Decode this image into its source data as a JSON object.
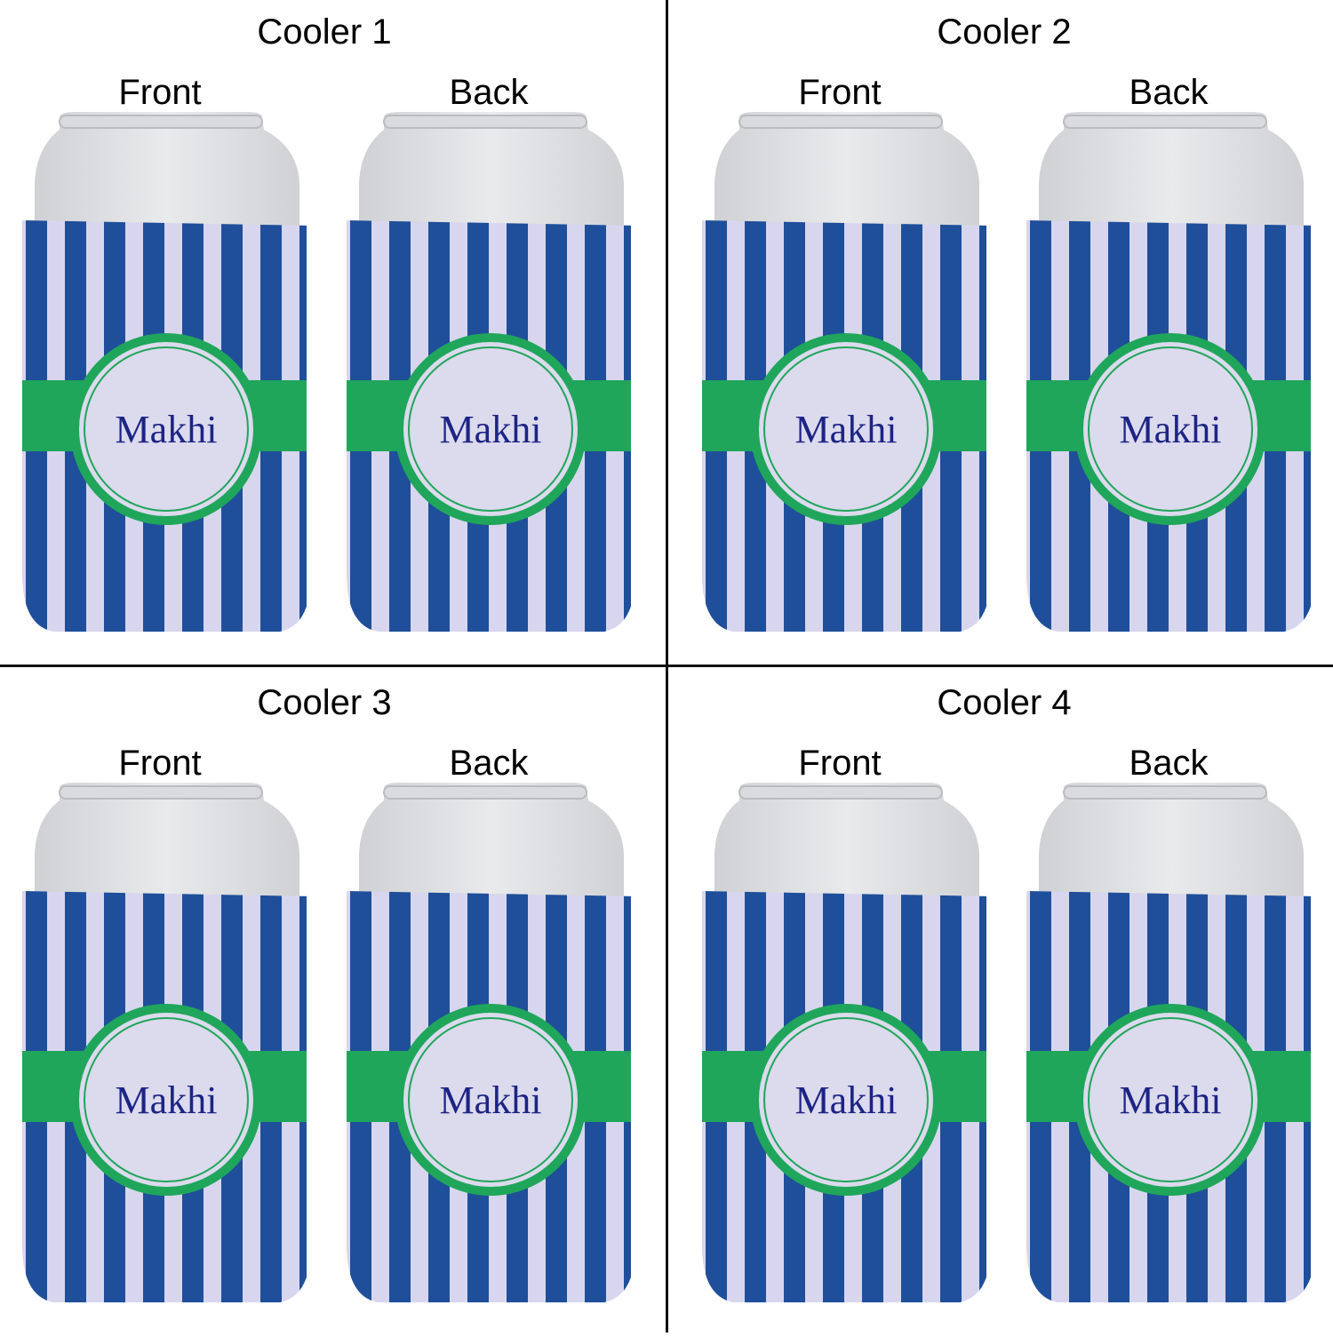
{
  "coolers": [
    {
      "title": "Cooler 1",
      "front_label": "Front",
      "back_label": "Back",
      "front_text": "Makhi",
      "back_text": "Makhi"
    },
    {
      "title": "Cooler 2",
      "front_label": "Front",
      "back_label": "Back",
      "front_text": "Makhi",
      "back_text": "Makhi"
    },
    {
      "title": "Cooler 3",
      "front_label": "Front",
      "back_label": "Back",
      "front_text": "Makhi",
      "back_text": "Makhi"
    },
    {
      "title": "Cooler 4",
      "front_label": "Front",
      "back_label": "Back",
      "front_text": "Makhi",
      "back_text": "Makhi"
    }
  ],
  "colors": {
    "stripe_blue": "#1f4f9a",
    "stripe_light": "#d8d6ee",
    "band_green": "#1fa65a",
    "monogram_text": "#1c2485",
    "circle_fill": "#dcdaed",
    "can_top": "#e9eaec"
  }
}
